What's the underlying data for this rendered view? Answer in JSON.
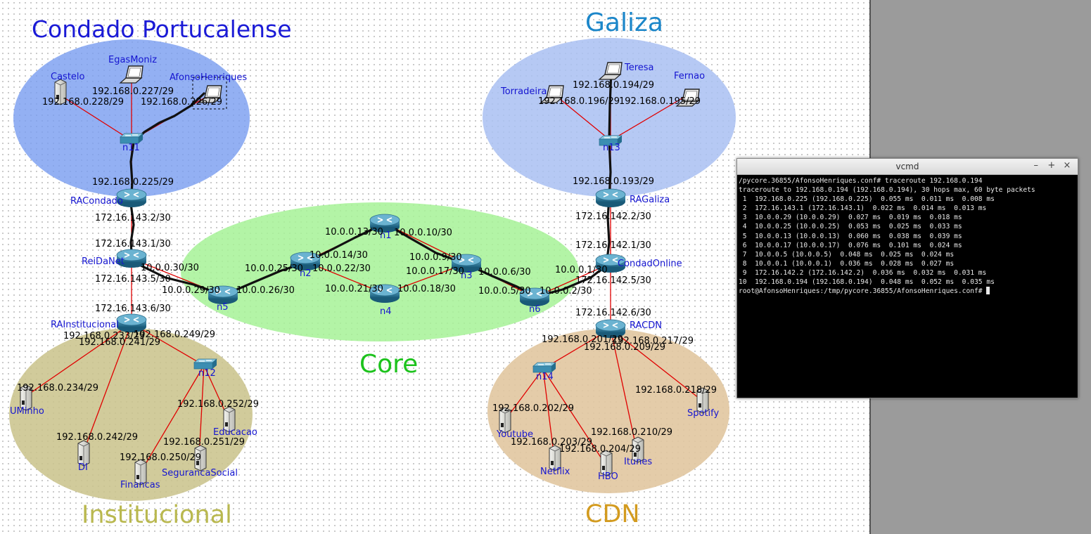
{
  "areas": {
    "condado": {
      "label": "Condado Portucalense",
      "color": "#1a1ad6"
    },
    "galiza": {
      "label": "Galiza",
      "color": "#1b86c9"
    },
    "core": {
      "label": "Core",
      "color": "#1cc21c"
    },
    "institucional": {
      "label": "Institucional",
      "color": "#b9b84f"
    },
    "cdn": {
      "label": "CDN",
      "color": "#d39b1f"
    }
  },
  "nodes": {
    "egasmoniz": "EgasMoniz",
    "castelo": "Castelo",
    "afonso": "AfonsoHenriques",
    "n11": "n11",
    "racondado": "RACondado",
    "reidanet": "ReiDaNet",
    "rainst": "RAInstitucional",
    "n12": "n12",
    "uminho": "UMinho",
    "di": "DI",
    "financas": "Financas",
    "seguranca": "SegurancaSocial",
    "educacao": "Educacao",
    "n1": "n1",
    "n2": "n2",
    "n3": "n3",
    "n4": "n4",
    "n5": "n5",
    "n6": "n6",
    "teresa": "Teresa",
    "torradeira": "Torradeira",
    "fernao": "Fernao",
    "n13": "n13",
    "ragaliza": "RAGaliza",
    "condadonline": "CondadOnline",
    "racdn": "RACDN",
    "n14": "n14",
    "youtube": "Youtube",
    "netflix": "Netflix",
    "hbo": "HBO",
    "itunes": "Itunes",
    "spotify": "Spotify"
  },
  "addrs": {
    "a_egas": "192.168.0.227/29",
    "a_castelo": "192.168.0.228/29",
    "a_afonso": "192.168.0.226/29",
    "a_racondado_lan": "192.168.0.225/29",
    "a_racondado_wan": "172.16.143.2/30",
    "a_rei_up": "172.16.143.1/30",
    "a_rei_n5": "10.0.0.30/30",
    "a_rei_down": "172.16.143.5/30",
    "a_n5_rei": "10.0.0.29/30",
    "a_n5_n2": "10.0.0.26/30",
    "a_n2_n5": "10.0.0.25/30",
    "a_n2_n1": "10.0.0.14/30",
    "a_n2_n4": "10.0.0.22/30",
    "a_n1_n2": "10.0.0.13/30",
    "a_n1_n3": "10.0.0.10/30",
    "a_n3_n1": "10.0.0.9/30",
    "a_n3_n4": "10.0.0.17/30",
    "a_n3_n6": "10.0.0.6/30",
    "a_n4_n2": "10.0.0.21/30",
    "a_n4_n3": "10.0.0.18/30",
    "a_n6_n3": "10.0.0.5/30",
    "a_n6_cond": "10.0.0.2/30",
    "a_cond_n6": "10.0.0.1/30",
    "a_cond_up": "172.16.142.1/30",
    "a_cond_down": "172.16.142.5/30",
    "a_ragaliza_wan": "172.16.142.2/30",
    "a_ragaliza_lan": "192.168.0.193/29",
    "a_teresa": "192.168.0.194/29",
    "a_torradeira": "192.168.0.196/29",
    "a_fernao": "192.168.0.195/29",
    "a_racdn_wan": "172.16.142.6/30",
    "a_racdn_lan1": "192.168.0.201/29",
    "a_racdn_lan2": "192.168.0.217/29",
    "a_racdn_lan3": "192.168.0.209/29",
    "a_youtube": "192.168.0.202/29",
    "a_netflix": "192.168.0.203/29",
    "a_hbo": "192.168.0.204/29",
    "a_itunes": "192.168.0.210/29",
    "a_spotify": "192.168.0.218/29",
    "a_rai_up": "172.16.143.6/30",
    "a_rai_l1": "192.168.0.233/29",
    "a_rai_l2": "192.168.0.249/29",
    "a_rai_l3": "192.168.0.241/29",
    "a_uminho": "192.168.0.234/29",
    "a_di": "192.168.0.242/29",
    "a_financas": "192.168.0.250/29",
    "a_seguranca": "192.168.0.251/29",
    "a_educacao": "192.168.0.252/29"
  },
  "terminal": {
    "title": "vcmd",
    "lines": [
      "/pycore.36855/AfonsoHenriques.conf# traceroute 192.168.0.194",
      "traceroute to 192.168.0.194 (192.168.0.194), 30 hops max, 60 byte packets",
      " 1  192.168.0.225 (192.168.0.225)  0.055 ms  0.011 ms  0.008 ms",
      " 2  172.16.143.1 (172.16.143.1)  0.022 ms  0.014 ms  0.013 ms",
      " 3  10.0.0.29 (10.0.0.29)  0.027 ms  0.019 ms  0.018 ms",
      " 4  10.0.0.25 (10.0.0.25)  0.053 ms  0.025 ms  0.033 ms",
      " 5  10.0.0.13 (10.0.0.13)  0.060 ms  0.038 ms  0.039 ms",
      " 6  10.0.0.17 (10.0.0.17)  0.076 ms  0.101 ms  0.024 ms",
      " 7  10.0.0.5 (10.0.0.5)  0.048 ms  0.025 ms  0.024 ms",
      " 8  10.0.0.1 (10.0.0.1)  0.036 ms  0.028 ms  0.027 ms",
      " 9  172.16.142.2 (172.16.142.2)  0.036 ms  0.032 ms  0.031 ms",
      "10  192.168.0.194 (192.168.0.194)  0.048 ms  0.052 ms  0.035 ms",
      "root@AfonsoHenriques:/tmp/pycore.36855/AfonsoHenriques.conf# "
    ],
    "controls": {
      "minimize": "–",
      "maximize": "+",
      "close": "×"
    }
  }
}
